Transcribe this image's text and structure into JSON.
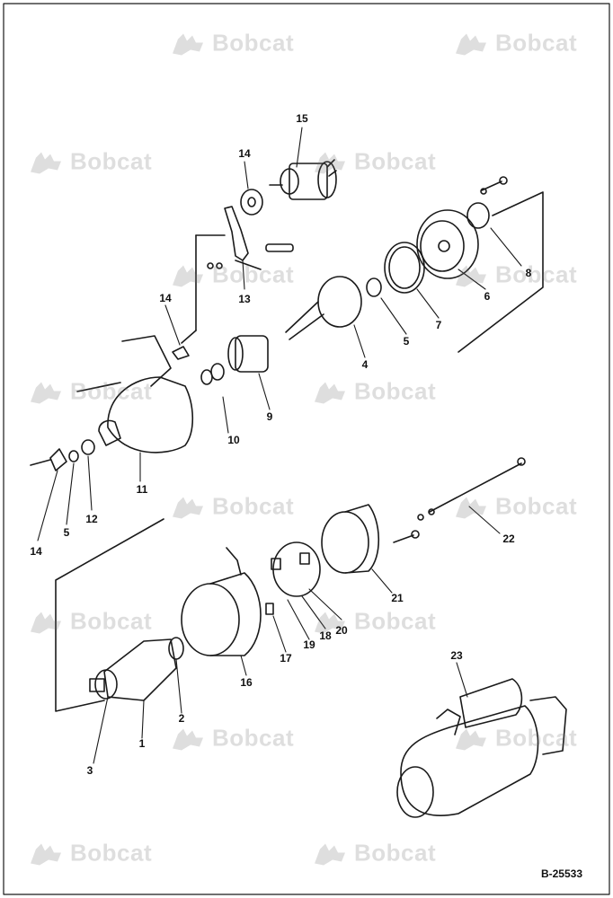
{
  "watermark": {
    "brand": "Bobcat"
  },
  "figure_id": "B-25533",
  "callouts": [
    "15",
    "14",
    "8",
    "6",
    "7",
    "13",
    "14",
    "5",
    "4",
    "9",
    "10",
    "11",
    "14",
    "5",
    "12",
    "22",
    "21",
    "20",
    "18",
    "19",
    "17",
    "16",
    "2",
    "1",
    "3",
    "23"
  ],
  "colors": {
    "line": "#1a1a1a",
    "watermark": "#6f6f6f",
    "border": "#1a1a1a",
    "background": "#ffffff"
  }
}
